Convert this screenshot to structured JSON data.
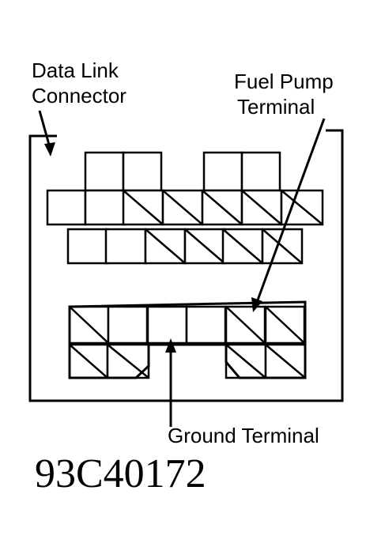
{
  "labels": {
    "connector_line1": "Data Link",
    "connector_line2": "Connector",
    "fuel_line1": "Fuel Pump",
    "fuel_line2": "Terminal",
    "ground": "Ground Terminal",
    "figure_code": "93C40172"
  },
  "colors": {
    "ink": "#000000",
    "background": "#ffffff"
  }
}
